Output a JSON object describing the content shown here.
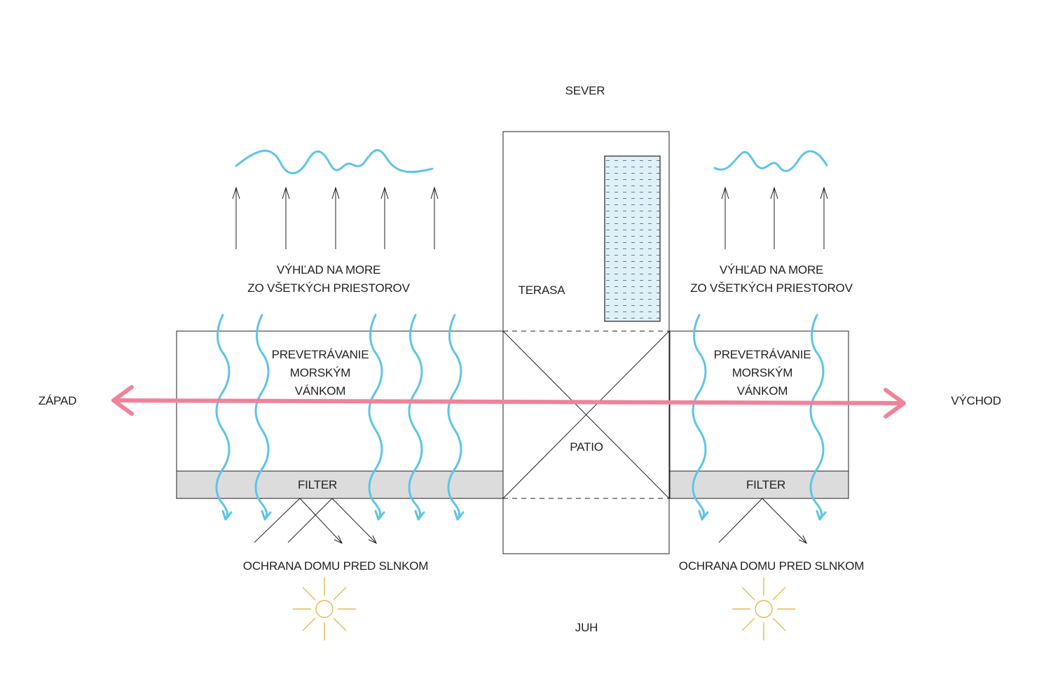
{
  "compass": {
    "north": "SEVER",
    "south": "JUH",
    "west": "ZÁPAD",
    "east": "VÝCHOD"
  },
  "left_wing": {
    "view_line1": "VÝHĽAD NA MORE",
    "view_line2": "ZO VŠETKÝCH PRIESTOROV",
    "vent_line1": "PREVETRÁVANIE",
    "vent_line2": "MORSKÝM",
    "vent_line3": "VÁNKOM",
    "filter": "FILTER",
    "sun_protection": "OCHRANA DOMU PRED SLNKOM"
  },
  "right_wing": {
    "view_line1": "VÝHĽAD NA MORE",
    "view_line2": "ZO VŠETKÝCH PRIESTOROV",
    "vent_line1": "PREVETRÁVANIE",
    "vent_line2": "MORSKÝM",
    "vent_line3": "VÁNKOM",
    "filter": "FILTER",
    "sun_protection": "OCHRANA DOMU PRED SLNKOM"
  },
  "center": {
    "terrace": "TERASA",
    "patio": "PATIO"
  },
  "colors": {
    "breeze": "#5ec4e6",
    "axis": "#f0829a",
    "sun": "#e9b850",
    "filter_fill": "#dcdcdc",
    "pool_fill": "#dff1f7",
    "line": "#231f20"
  }
}
